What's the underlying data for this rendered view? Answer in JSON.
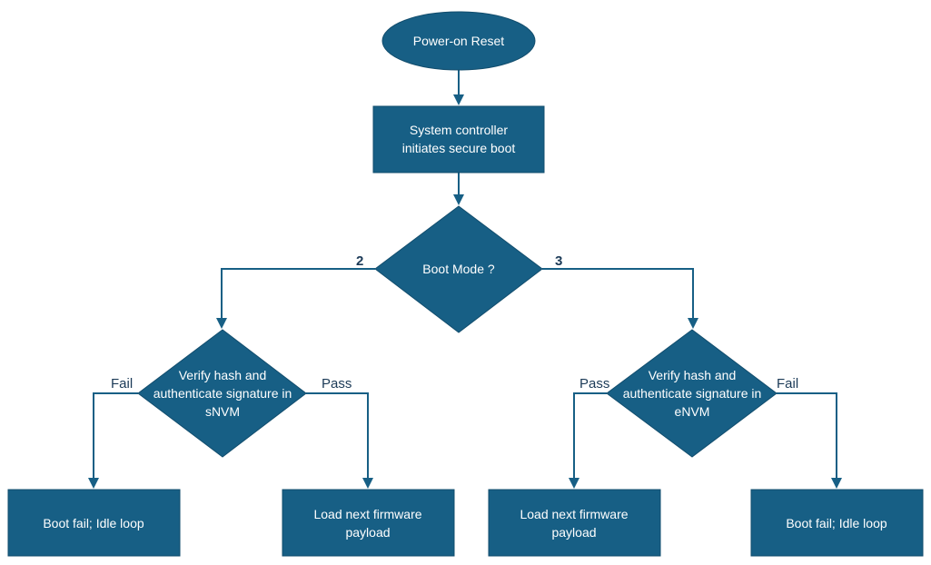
{
  "diagram": {
    "nodes": {
      "start": {
        "shape": "ellipse",
        "lines": [
          "Power-on Reset"
        ]
      },
      "init": {
        "shape": "rect",
        "lines": [
          "System controller",
          "initiates secure boot"
        ]
      },
      "mode": {
        "shape": "diamond",
        "lines": [
          "Boot Mode ?"
        ]
      },
      "verify_snvm": {
        "shape": "diamond",
        "lines": [
          "Verify hash and",
          "authenticate signature in",
          "sNVM"
        ]
      },
      "verify_envm": {
        "shape": "diamond",
        "lines": [
          "Verify hash and",
          "authenticate signature in",
          "eNVM"
        ]
      },
      "fail_left": {
        "shape": "rect",
        "lines": [
          "Boot fail; Idle loop"
        ]
      },
      "load_left": {
        "shape": "rect",
        "lines": [
          "Load next firmware",
          "payload"
        ]
      },
      "load_right": {
        "shape": "rect",
        "lines": [
          "Load next firmware",
          "payload"
        ]
      },
      "fail_right": {
        "shape": "rect",
        "lines": [
          "Boot fail; Idle loop"
        ]
      }
    },
    "edges": [
      {
        "from": "start",
        "to": "init",
        "label": ""
      },
      {
        "from": "init",
        "to": "mode",
        "label": ""
      },
      {
        "from": "mode",
        "to": "verify_snvm",
        "label": "2"
      },
      {
        "from": "mode",
        "to": "verify_envm",
        "label": "3"
      },
      {
        "from": "verify_snvm",
        "to": "fail_left",
        "label": "Fail"
      },
      {
        "from": "verify_snvm",
        "to": "load_left",
        "label": "Pass"
      },
      {
        "from": "verify_envm",
        "to": "load_right",
        "label": "Pass"
      },
      {
        "from": "verify_envm",
        "to": "fail_right",
        "label": "Fail"
      }
    ],
    "colors": {
      "fill": "#175f85",
      "text": "#ffffff",
      "label": "#1b3a57",
      "background": "#ffffff"
    }
  }
}
